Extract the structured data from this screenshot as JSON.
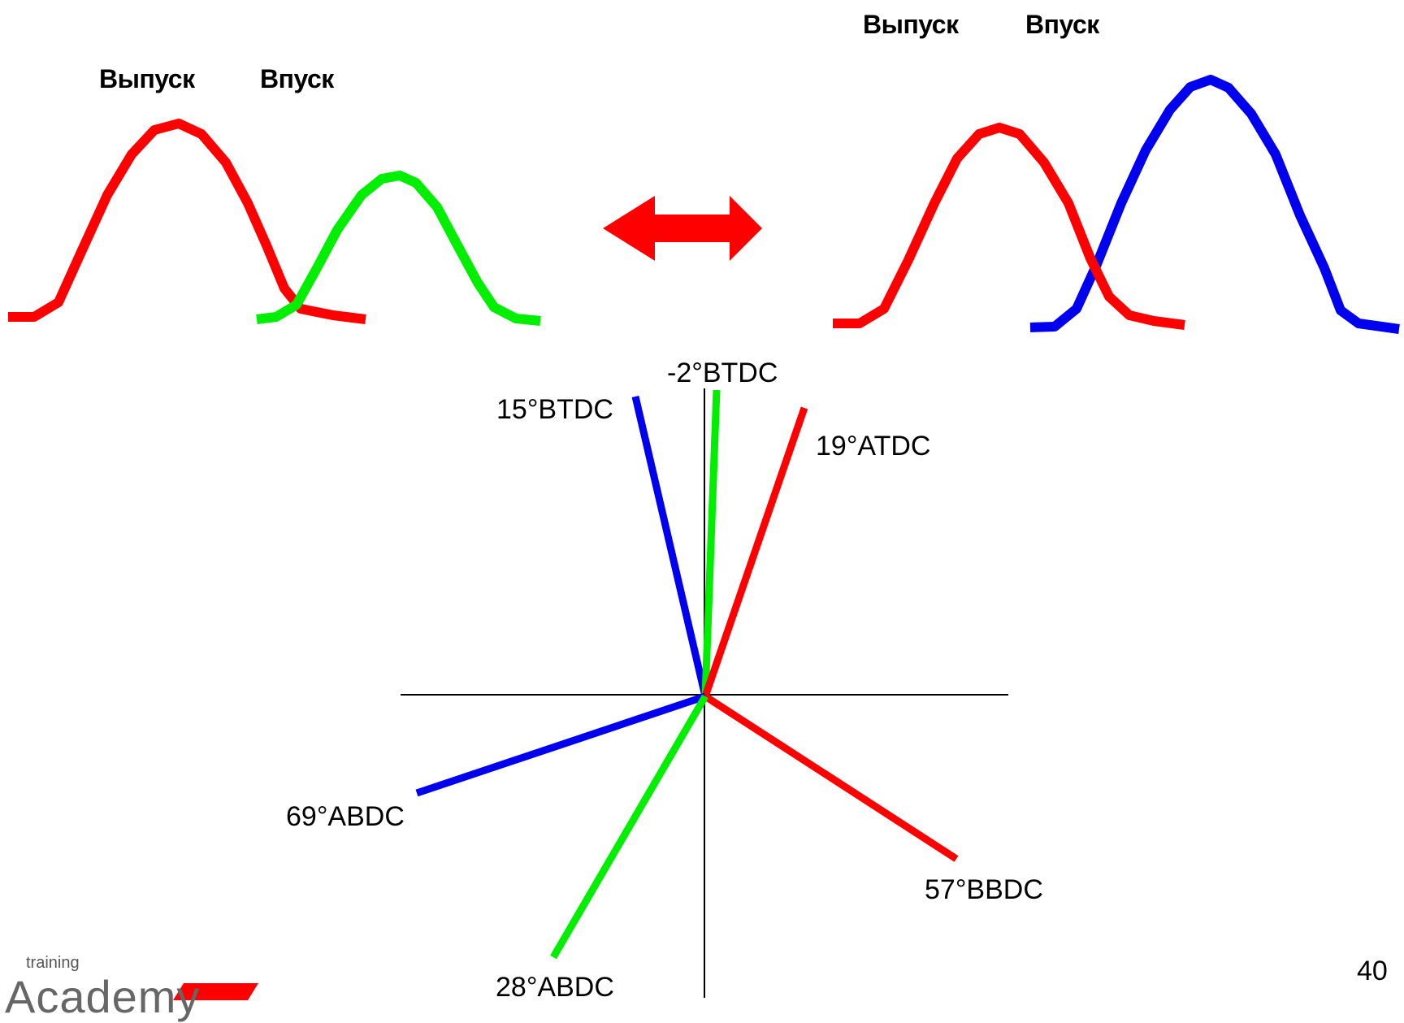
{
  "left_panel": {
    "exhaust_label": "Выпуск",
    "intake_label": "Впуск"
  },
  "right_panel": {
    "exhaust_label": "Выпуск",
    "intake_label": "Впуск"
  },
  "timing": {
    "intake_open": "15°BTDC",
    "overlap_top": "-2°BTDC",
    "exhaust_close": "19°ATDC",
    "intake_close": "69°ABDC",
    "exhaust_open": "57°BBDC",
    "green_close": "28°ABDC"
  },
  "colors": {
    "exhaust": "#ff0000",
    "intake_short": "#00ee00",
    "intake_long": "#0000ee",
    "arrow": "#ff0000"
  },
  "page_number": "40",
  "logo": {
    "small": "training",
    "big": "Academy"
  }
}
